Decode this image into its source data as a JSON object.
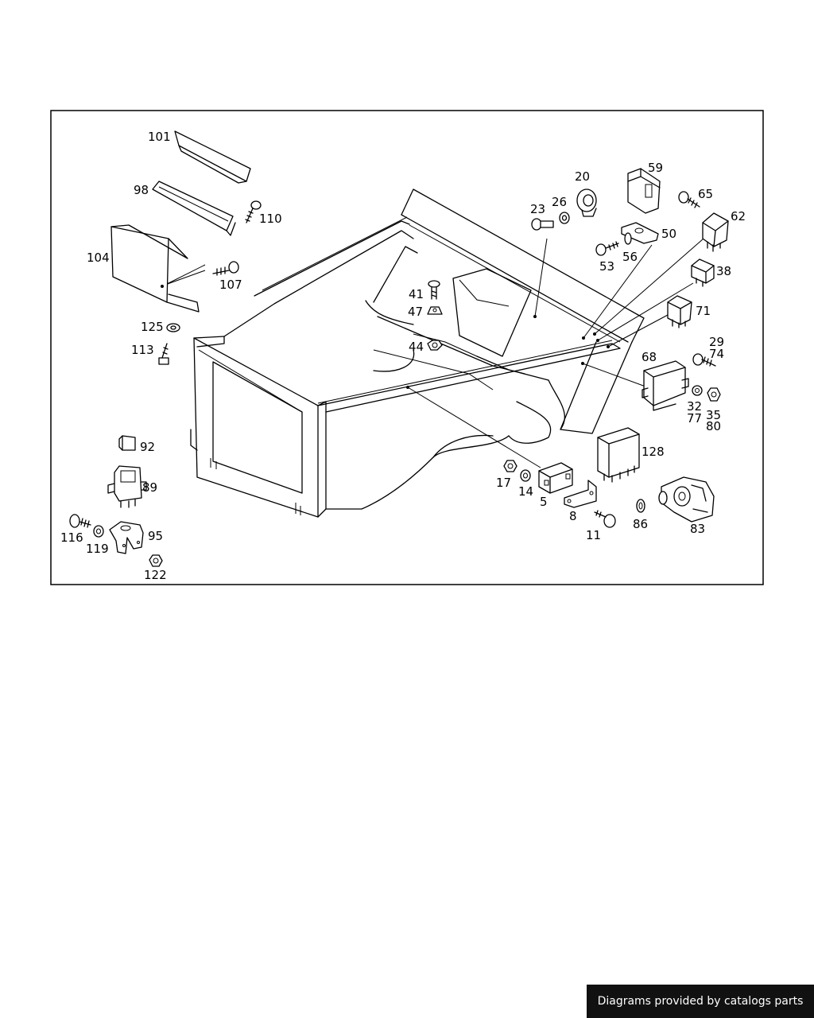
{
  "diagram": {
    "callouts": [
      {
        "id": "c101",
        "text": "101"
      },
      {
        "id": "c98",
        "text": "98"
      },
      {
        "id": "c110",
        "text": "110"
      },
      {
        "id": "c104",
        "text": "104"
      },
      {
        "id": "c107",
        "text": "107"
      },
      {
        "id": "c125",
        "text": "125"
      },
      {
        "id": "c113",
        "text": "113"
      },
      {
        "id": "c41",
        "text": "41"
      },
      {
        "id": "c47",
        "text": "47"
      },
      {
        "id": "c44",
        "text": "44"
      },
      {
        "id": "c23",
        "text": "23"
      },
      {
        "id": "c26",
        "text": "26"
      },
      {
        "id": "c20",
        "text": "20"
      },
      {
        "id": "c59",
        "text": "59"
      },
      {
        "id": "c65",
        "text": "65"
      },
      {
        "id": "c62",
        "text": "62"
      },
      {
        "id": "c50",
        "text": "50"
      },
      {
        "id": "c53",
        "text": "53"
      },
      {
        "id": "c56",
        "text": "56"
      },
      {
        "id": "c38",
        "text": "38"
      },
      {
        "id": "c71",
        "text": "71"
      },
      {
        "id": "c29",
        "text": "29"
      },
      {
        "id": "c74",
        "text": "74"
      },
      {
        "id": "c68",
        "text": "68"
      },
      {
        "id": "c32",
        "text": "32"
      },
      {
        "id": "c77",
        "text": "77"
      },
      {
        "id": "c35",
        "text": "35"
      },
      {
        "id": "c80",
        "text": "80"
      },
      {
        "id": "c128",
        "text": "128"
      },
      {
        "id": "c17",
        "text": "17"
      },
      {
        "id": "c14",
        "text": "14"
      },
      {
        "id": "c5",
        "text": "5"
      },
      {
        "id": "c8",
        "text": "8"
      },
      {
        "id": "c11",
        "text": "11"
      },
      {
        "id": "c86",
        "text": "86"
      },
      {
        "id": "c83",
        "text": "83"
      },
      {
        "id": "c92",
        "text": "92"
      },
      {
        "id": "c89",
        "text": "89"
      },
      {
        "id": "c95",
        "text": "95"
      },
      {
        "id": "c116",
        "text": "116"
      },
      {
        "id": "c119",
        "text": "119"
      },
      {
        "id": "c122",
        "text": "122"
      }
    ]
  },
  "footer": {
    "text": "Diagrams provided by catalogs parts"
  }
}
